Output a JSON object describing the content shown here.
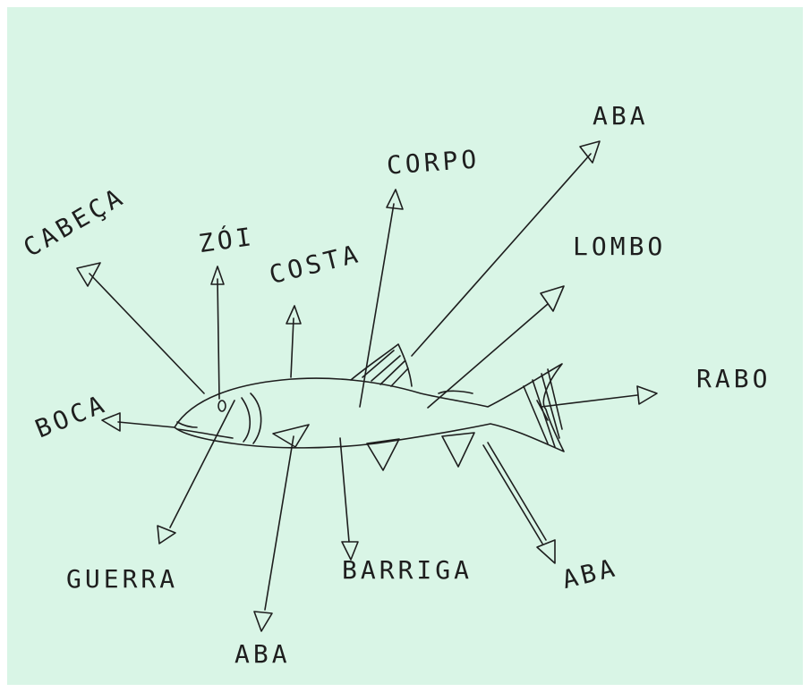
{
  "diagram": {
    "colors": {
      "background": "#d9f5e6",
      "border": "#ffffff",
      "ink": "#1e1e1e"
    },
    "labels": {
      "cabeca": "CABEÇA",
      "zoi": "ZÓI",
      "costa": "COSTA",
      "corpo": "CORPO",
      "aba_top": "ABA",
      "lombo": "LOMBO",
      "rabo": "RABO",
      "boca": "BOCA",
      "guerra": "GUERRA",
      "aba_bottom": "ABA",
      "barriga": "BARRIGA",
      "aba_right": "ABA"
    }
  }
}
